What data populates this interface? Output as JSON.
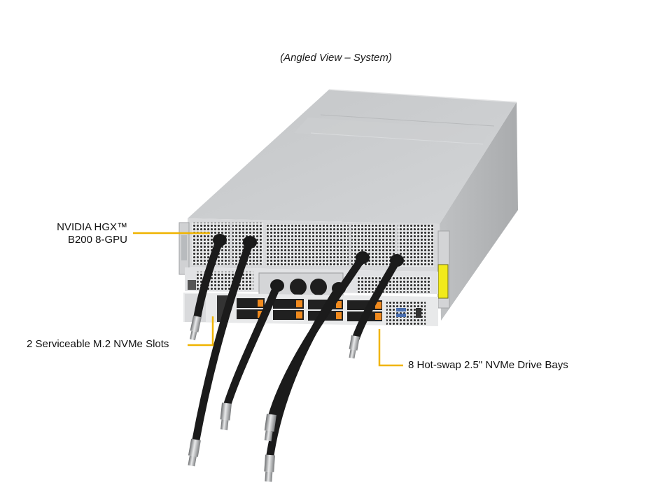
{
  "caption": "(Angled View – System)",
  "callouts": [
    {
      "id": "gpu",
      "lines": [
        "NVIDIA HGX™",
        "B200 8-GPU"
      ]
    },
    {
      "id": "m2",
      "text": "2 Serviceable M.2 NVMe Slots"
    },
    {
      "id": "nvme",
      "text": "8 Hot-swap 2.5\" NVMe Drive Bays"
    }
  ],
  "colors": {
    "callout_line": "#f0b400",
    "chassis_top": "#c9cbcd",
    "chassis_side": "#b2b4b6",
    "front_panel": "#dcdddf",
    "hose": "#222222",
    "drive_latch": "#f08a1e",
    "warning_label": "#f2ea1a"
  },
  "product_image": {
    "subject": "4U liquid-cooled GPU server, angled rear view",
    "hoses": 6,
    "drive_bays": 8
  }
}
